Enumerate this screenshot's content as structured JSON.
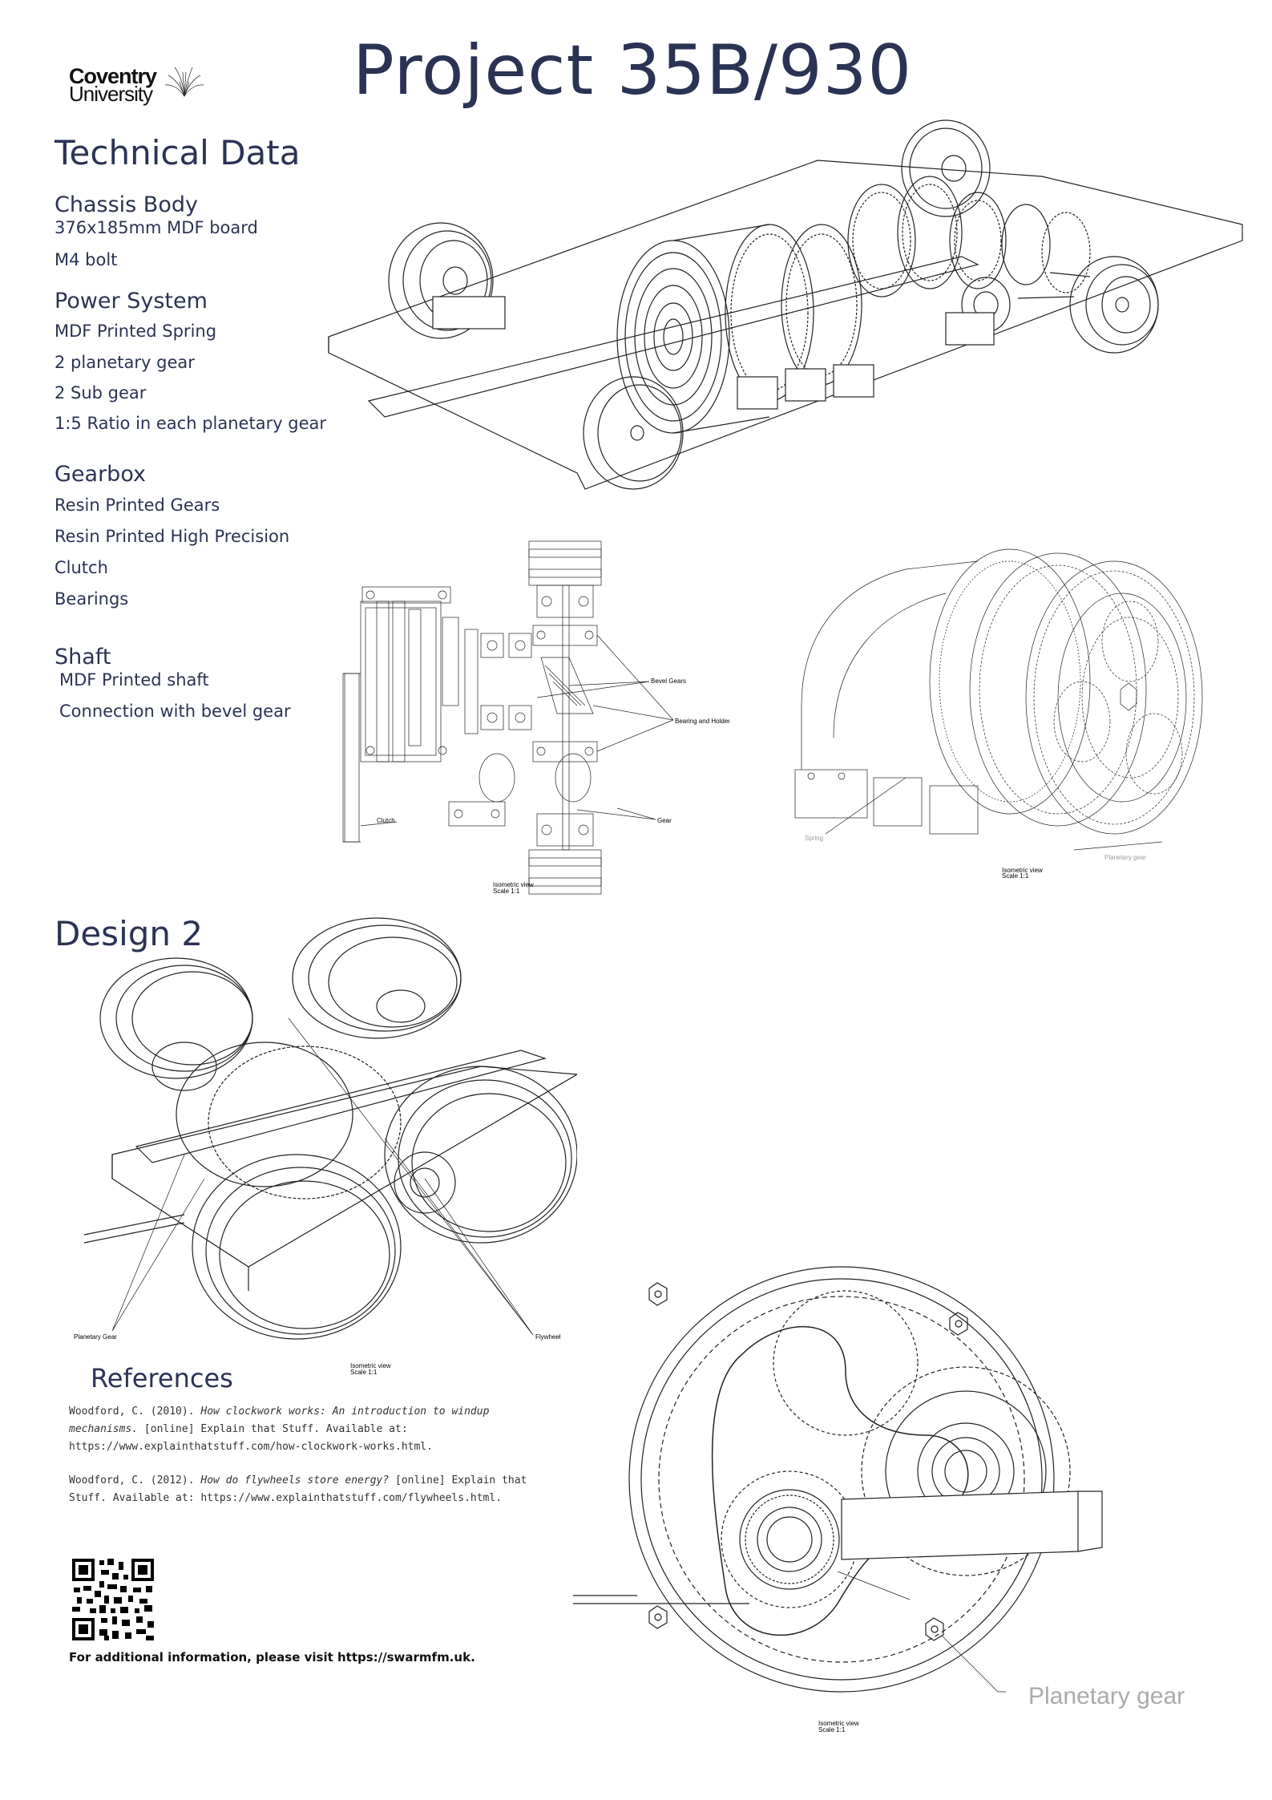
{
  "header": {
    "logo_line1": "Coventry",
    "logo_line2": "University",
    "title": "Project 35B/930"
  },
  "technical_data": {
    "heading": "Technical Data",
    "chassis": {
      "heading": "Chassis Body",
      "items": [
        "376x185mm MDF board",
        "M4 bolt"
      ]
    },
    "power": {
      "heading": "Power System",
      "items": [
        "MDF Printed Spring",
        "2 planetary gear",
        "2 Sub gear",
        "1:5 Ratio in each planetary gear"
      ]
    },
    "gearbox": {
      "heading": "Gearbox",
      "items": [
        "Resin Printed Gears",
        "Resin Printed High Precision",
        "Clutch",
        "Bearings"
      ]
    },
    "shaft": {
      "heading": "Shaft",
      "items": [
        "MDF Printed shaft",
        "Connection with bevel gear"
      ]
    }
  },
  "drawings": {
    "top_view_labels": {
      "bevel": "Bevel Gears",
      "bearing": "Bearing and Holder",
      "clutch": "Clutch",
      "gear": "Gear",
      "caption1": "Isometric view",
      "caption2": "Scale 1:1"
    },
    "spring_view_labels": {
      "spring": "Spring",
      "planetary": "Planetary gear",
      "caption1": "Isometric view",
      "caption2": "Scale 1:1"
    },
    "design2_labels": {
      "planetary": "Planetary Gear",
      "flywheel": "Flywheel",
      "caption1": "Isometric view",
      "caption2": "Scale 1:1"
    },
    "planetary_labels": {
      "planetary": "Planetary gear",
      "caption1": "Isometric view",
      "caption2": "Scale 1:1"
    }
  },
  "design2": {
    "heading": "Design 2"
  },
  "references": {
    "heading": "References",
    "ref1_a": "Woodford, C. (2010). ",
    "ref1_title": "How clockwork works: An introduction to windup mechanisms.",
    "ref1_b": "[online] Explain that Stuff. Available at: https://www.explainthatstuff.com/how-clockwork-works.html.",
    "ref2_a": "Woodford, C. (2012). ",
    "ref2_title": "How do flywheels store energy?",
    "ref2_b": " [online] Explain that Stuff. Available at: https://www.explainthatstuff.com/flywheels.html."
  },
  "footer": {
    "info": "For additional information, please visit https://swarmfm.uk."
  }
}
